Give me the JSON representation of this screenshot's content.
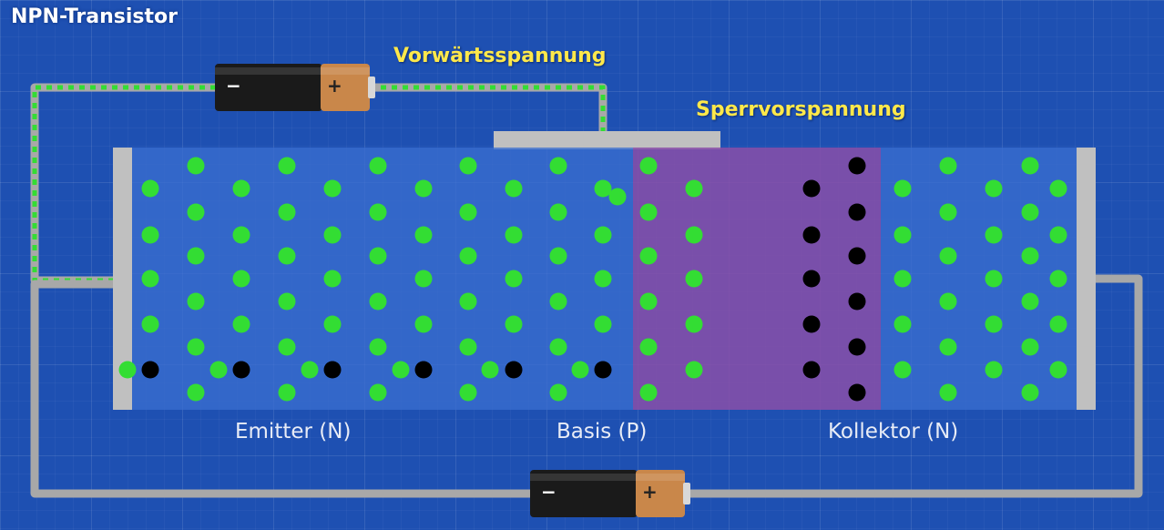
{
  "title": "NPN-Transistor",
  "labels": {
    "forward_bias": "Vorwärtsspannung",
    "reverse_bias": "Sperrvorspannung"
  },
  "regions": {
    "emitter": "Emitter (N)",
    "base": "Basis (P)",
    "collector": "Kollektor (N)"
  },
  "battery_terminals": {
    "minus": "−",
    "plus": "+"
  },
  "colors": {
    "background": "#1e50b2",
    "electron": "#33dd33",
    "hole": "#000000",
    "wire": "#a8a8a8",
    "depletion_zone": "#8a4fa8",
    "label_highlight": "#ffe84a"
  },
  "legend_semantics": {
    "electron": "green dot",
    "hole": "black dot"
  }
}
